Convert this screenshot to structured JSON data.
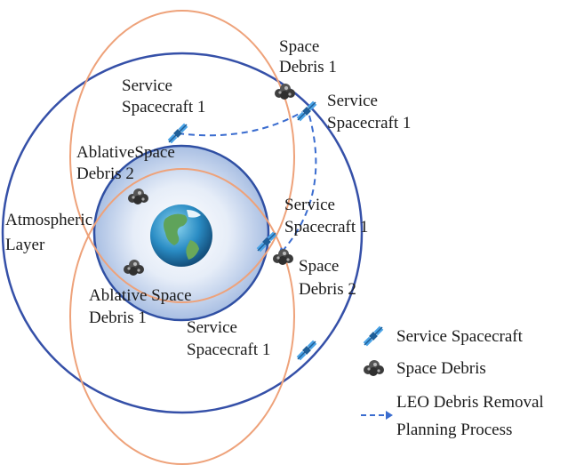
{
  "colors": {
    "orbit_outer": "#3550a8",
    "orbit_inner": "#2f4fa3",
    "orbit_orange": "#eea27a",
    "atmosphere_fill": "#c9d7ef",
    "path": "#3a6ccf",
    "spacecraft": "#3a8fd6",
    "debris": "#444444"
  },
  "icons": {
    "spacecraft": "satellite-icon",
    "debris": "debris-cloud-icon",
    "earth": "earth-icon"
  },
  "labels": {
    "space_debris_1": [
      "Space",
      "Debris 1"
    ],
    "service_spacecraft_a": [
      "Service",
      "Spacecraft 1"
    ],
    "service_spacecraft_b": [
      "Service",
      "Spacecraft 1"
    ],
    "ablative_debris_2": [
      "AblativeSpace",
      "Debris 2"
    ],
    "atmospheric_layer": [
      "Atmospheric",
      "Layer"
    ],
    "service_spacecraft_c": [
      "Service",
      "Spacecraft 1"
    ],
    "space_debris_2": [
      "Space",
      "Debris 2"
    ],
    "ablative_debris_1": [
      "Ablative Space",
      "Debris 1"
    ],
    "service_spacecraft_d": [
      "Service",
      "Spacecraft 1"
    ]
  },
  "legend": {
    "spacecraft": "Service Spacecraft",
    "debris": "Space Debris",
    "process": [
      "LEO Debris Removal",
      "Planning Process"
    ]
  }
}
